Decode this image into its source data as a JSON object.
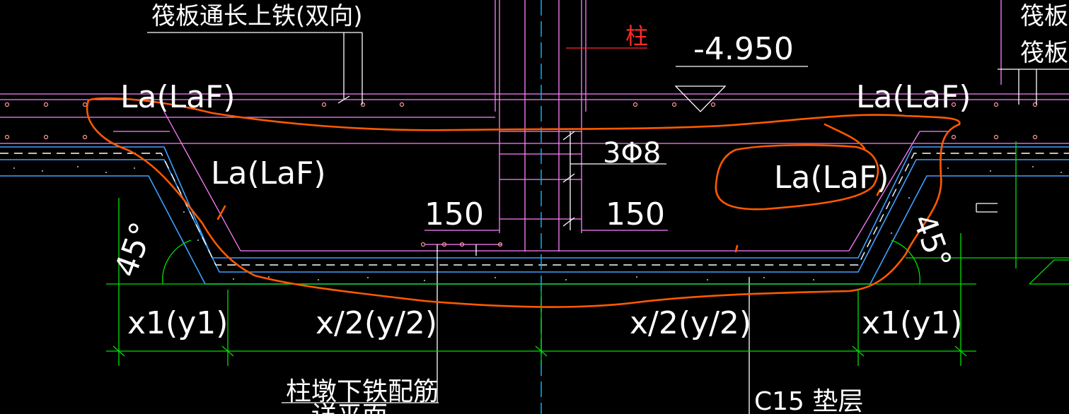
{
  "drawing": {
    "top_rebar_note": "筏板通长上铁(双向)",
    "top_right_note_1": "筏板配",
    "top_right_note_2": "筏板通",
    "column_label": "柱",
    "elevation": "-4.950",
    "anchor_top_left": "La(LaF)",
    "anchor_top_right": "La(LaF)",
    "anchor_slope_left": "La(LaF)",
    "anchor_slope_right": "La(LaF)",
    "stirrup_spec": "3Φ8",
    "dim_left_150": "150",
    "dim_right_150": "150",
    "angle_left": "45°",
    "angle_right": "45°",
    "dim_x1_left": "x1(y1)",
    "dim_half_left": "x/2(y/2)",
    "dim_half_right": "x/2(y/2)",
    "dim_x1_right": "x1(y1)",
    "bottom_rebar_note": "柱墩下铁配筋",
    "bottom_rebar_note_2": "详平面",
    "cushion_note": "C15 垫层"
  },
  "colors": {
    "background": "#000000",
    "text": "#ffffff",
    "slab_lines": "#ff80ff",
    "cushion_lines": "#3fa0ff",
    "dimension_lines": "#00e000",
    "column_axis": "#00b4ff",
    "markup": "#ff5a00",
    "column_label": "#ff2a2a"
  }
}
